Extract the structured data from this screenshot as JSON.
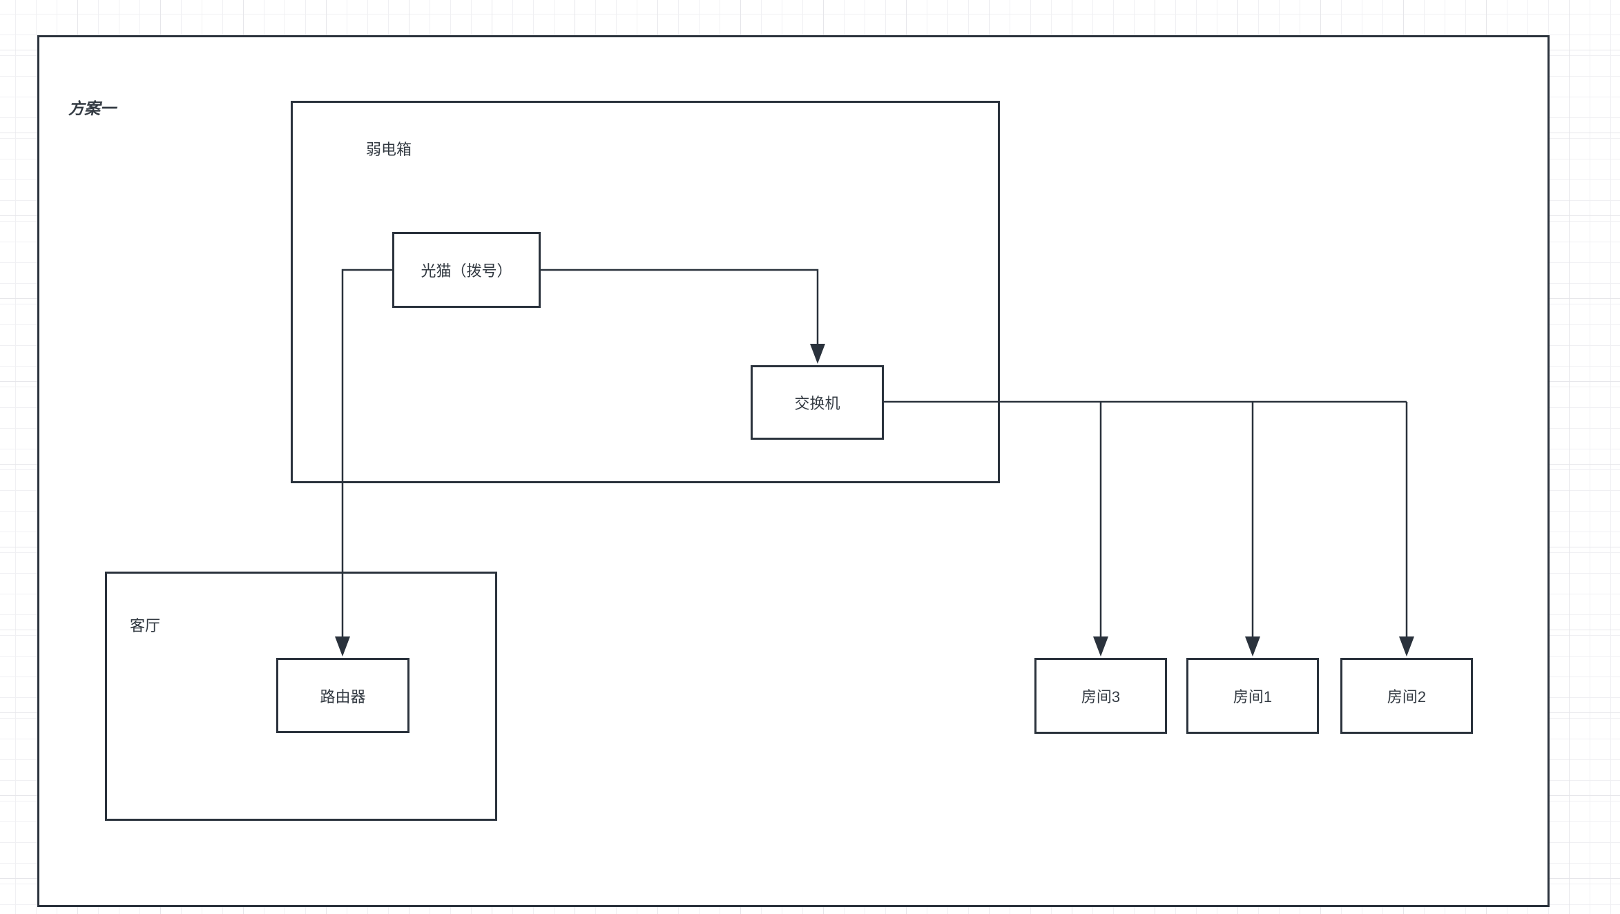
{
  "diagram": {
    "title": "方案一",
    "containers": [
      {
        "id": "weak-current-box",
        "label": "弱电箱"
      },
      {
        "id": "living-room",
        "label": "客厅"
      }
    ],
    "nodes": [
      {
        "id": "modem",
        "label": "光猫（拨号）"
      },
      {
        "id": "switch",
        "label": "交换机"
      },
      {
        "id": "router",
        "label": "路由器"
      },
      {
        "id": "room3",
        "label": "房间3"
      },
      {
        "id": "room1",
        "label": "房间1"
      },
      {
        "id": "room2",
        "label": "房间2"
      }
    ],
    "edges": [
      {
        "from": "modem",
        "to": "switch",
        "arrow": true
      },
      {
        "from": "modem",
        "to": "router",
        "arrow": true
      },
      {
        "from": "switch",
        "to": "room3",
        "arrow": true
      },
      {
        "from": "switch",
        "to": "room1",
        "arrow": true
      },
      {
        "from": "switch",
        "to": "room2",
        "arrow": true
      }
    ],
    "colors": {
      "stroke": "#2a323c",
      "text": "#333a42",
      "background": "#ffffff",
      "grid_minor": "#f0f0f3",
      "grid_major": "#e6e6ea"
    }
  }
}
